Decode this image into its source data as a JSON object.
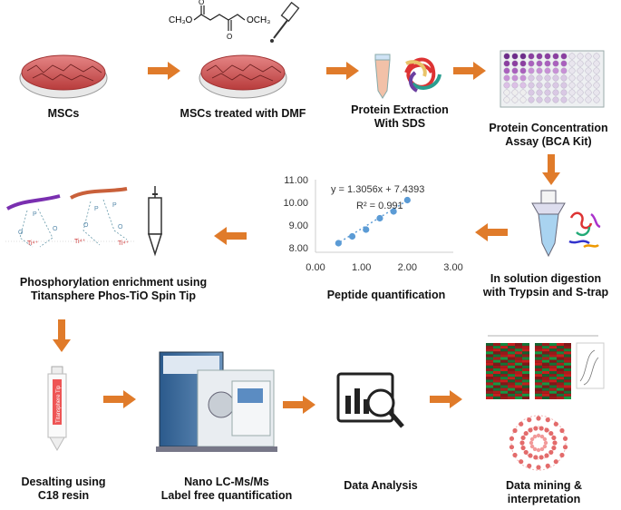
{
  "steps": {
    "mscs": "MSCs",
    "dmf": "MSCs treated with DMF",
    "extraction": [
      "Protein Extraction",
      "With SDS"
    ],
    "bca": [
      "Protein Concentration",
      "Assay  (BCA Kit)"
    ],
    "digestion": [
      "In solution digestion",
      "with Trypsin and S-trap"
    ],
    "peptide_quant": "Peptide quantification",
    "phospho": [
      "Phosphorylation enrichment using",
      "Titansphere Phos-TiO Spin Tip"
    ],
    "desalting": [
      "Desalting using",
      "C18 resin"
    ],
    "nanolc": [
      "Nano LC-Ms/Ms",
      "Label free quantification"
    ],
    "analysis": "Data Analysis",
    "mining": [
      "Data mining &",
      "interpretation"
    ]
  },
  "molecule": {
    "left_group": "CH₃O",
    "right_group": "OCH₃"
  },
  "tube_label": "Titansphere Tip",
  "chart_data": {
    "type": "scatter",
    "title": "",
    "equation": "y = 1.3056x + 7.4393",
    "r2": "R² = 0.991",
    "x": [
      0.5,
      0.8,
      1.1,
      1.4,
      1.7,
      2.0
    ],
    "y": [
      8.2,
      8.5,
      8.8,
      9.3,
      9.6,
      10.1
    ],
    "xlim": [
      0,
      3
    ],
    "ylim": [
      7.8,
      11
    ],
    "xticks": [
      "0.00",
      "1.00",
      "2.00",
      "3.00"
    ],
    "yticks": [
      "8.00",
      "9.00",
      "10.00",
      "11.00"
    ],
    "trendline": "dotted",
    "color": "#5b9bd5"
  },
  "colors": {
    "arrow": "#e07b2a",
    "dish": "#d25a5a",
    "plate_purple": "#8b3fa0"
  }
}
